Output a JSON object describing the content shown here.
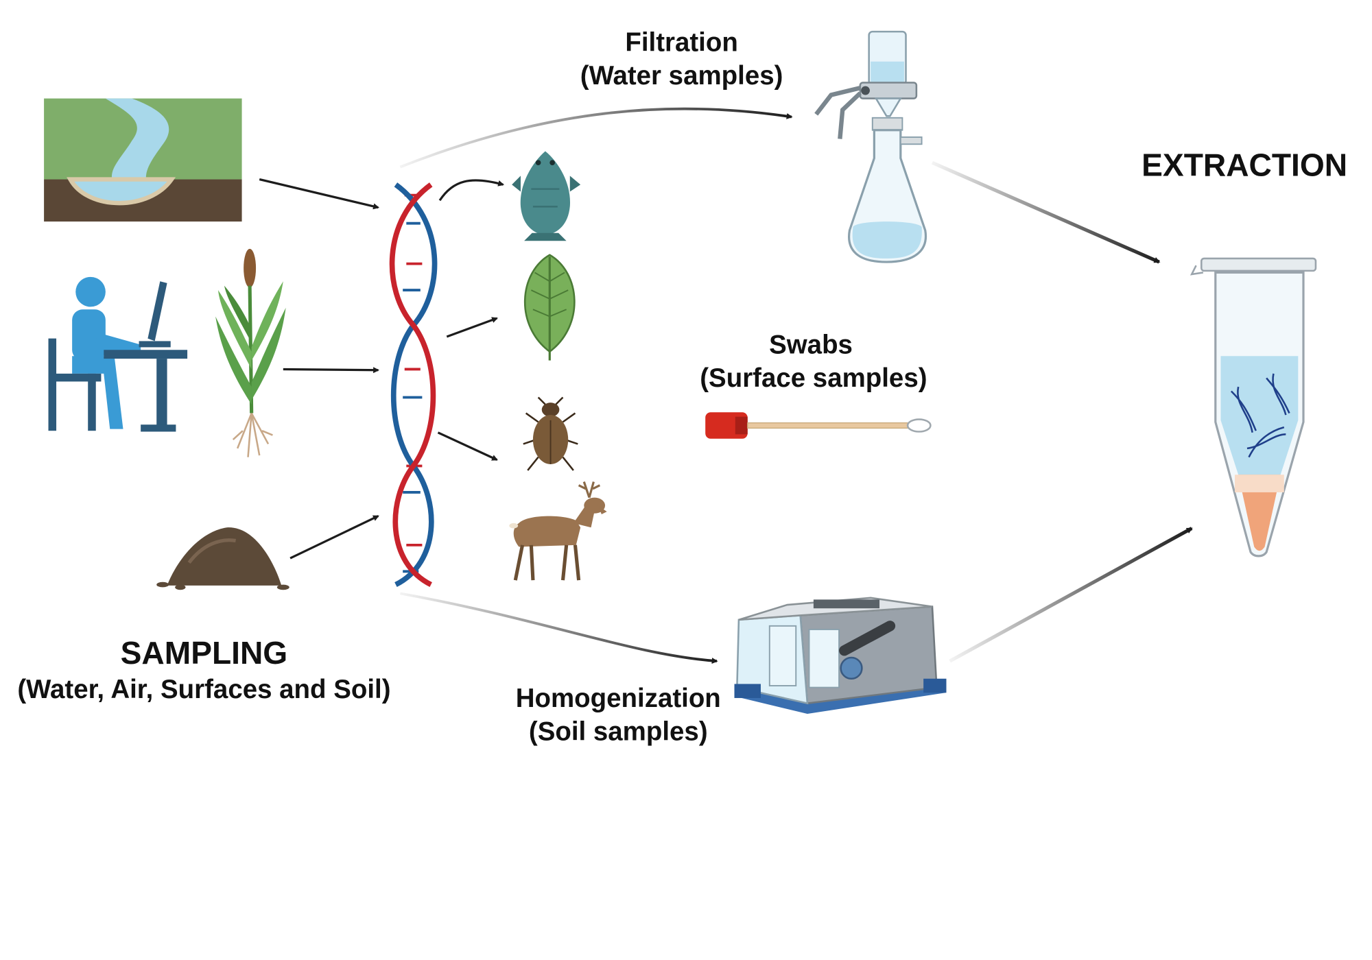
{
  "labels": {
    "filtration": "Filtration",
    "filtration_sub": "(Water samples)",
    "extraction": "EXTRACTION",
    "swabs": "Swabs",
    "swabs_sub": "(Surface samples)",
    "sampling": "SAMPLING",
    "sampling_sub": "(Water, Air, Surfaces and Soil)",
    "homogenization": "Homogenization",
    "homogenization_sub": "(Soil samples)"
  },
  "icons": {
    "water": "river-landscape-icon",
    "air": "person-at-computer-icon",
    "plant": "grass-plant-icon",
    "soil": "soil-pile-icon",
    "dna": "dna-helix-icon",
    "fish": "fish-icon",
    "leaf": "leaf-icon",
    "beetle": "beetle-icon",
    "deer": "deer-icon",
    "filter": "vacuum-filtration-flask-icon",
    "swab": "swab-icon",
    "homogenizer": "bead-homogenizer-icon",
    "tube": "microcentrifuge-tube-icon"
  },
  "colors": {
    "arrow": "#1c1c1c",
    "dna_red": "#c8232c",
    "dna_blue": "#1f5f9c",
    "person": "#3a9bd5",
    "liquid": "#bfe4f5",
    "pellet": "#f0a47a"
  }
}
